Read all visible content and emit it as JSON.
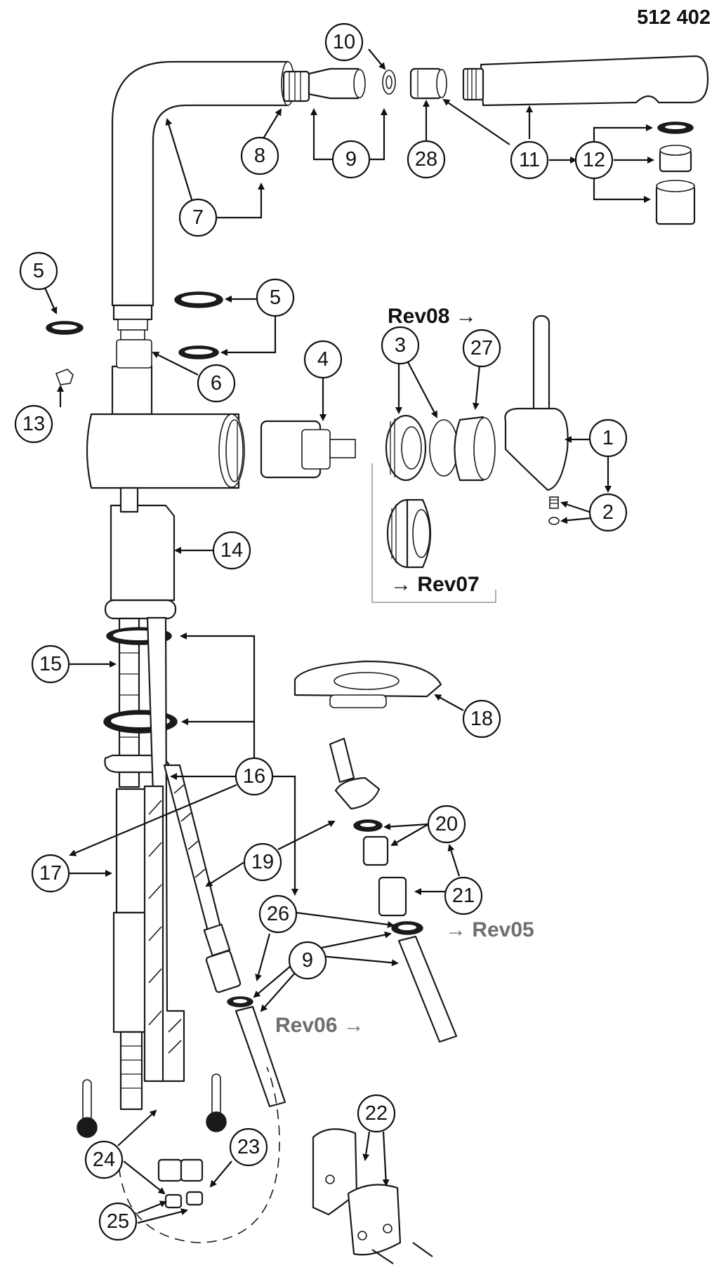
{
  "document": {
    "article_number": "512 402",
    "revisions": {
      "rev08": "Rev08 →",
      "rev07": "→ Rev07",
      "rev05": "→ Rev05",
      "rev06": "Rev06 →"
    },
    "colors": {
      "line": "#1a1a1a",
      "rev_dark": "#111111",
      "rev_gray": "#6e6e6e",
      "box": "#9a9a9a"
    }
  },
  "callouts": [
    {
      "id": "c10a",
      "label": "10"
    },
    {
      "id": "c8",
      "label": "8"
    },
    {
      "id": "c9a",
      "label": "9"
    },
    {
      "id": "c28",
      "label": "28"
    },
    {
      "id": "c11",
      "label": "11"
    },
    {
      "id": "c12",
      "label": "12"
    },
    {
      "id": "c7",
      "label": "7"
    },
    {
      "id": "c5a",
      "label": "5"
    },
    {
      "id": "c5b",
      "label": "5"
    },
    {
      "id": "c4",
      "label": "4"
    },
    {
      "id": "c3",
      "label": "3"
    },
    {
      "id": "c27",
      "label": "27"
    },
    {
      "id": "c6",
      "label": "6"
    },
    {
      "id": "c13",
      "label": "13"
    },
    {
      "id": "c1",
      "label": "1"
    },
    {
      "id": "c2",
      "label": "2"
    },
    {
      "id": "c14",
      "label": "14"
    },
    {
      "id": "c15",
      "label": "15"
    },
    {
      "id": "c18",
      "label": "18"
    },
    {
      "id": "c16",
      "label": "16"
    },
    {
      "id": "c20",
      "label": "20"
    },
    {
      "id": "c17",
      "label": "17"
    },
    {
      "id": "c19",
      "label": "19"
    },
    {
      "id": "c21",
      "label": "21"
    },
    {
      "id": "c26",
      "label": "26"
    },
    {
      "id": "c9b",
      "label": "9"
    },
    {
      "id": "c22",
      "label": "22"
    },
    {
      "id": "c24",
      "label": "24"
    },
    {
      "id": "c23",
      "label": "23"
    },
    {
      "id": "c25",
      "label": "25"
    }
  ]
}
